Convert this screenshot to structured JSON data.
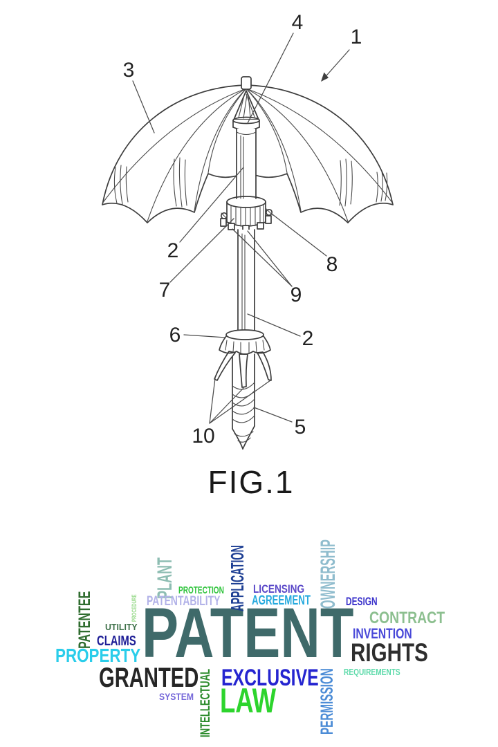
{
  "figure": {
    "caption": "FIG.1",
    "labels": {
      "l1": "1",
      "l2a": "2",
      "l2b": "2",
      "l3": "3",
      "l4": "4",
      "l5": "5",
      "l6": "6",
      "l7": "7",
      "l8": "8",
      "l9": "9",
      "l10": "10"
    }
  },
  "word_cloud": {
    "words": [
      {
        "text": "PATENT",
        "color": "#3f6a6a"
      },
      {
        "text": "PROPERTY",
        "color": "#2acdea"
      },
      {
        "text": "GRANTED",
        "color": "#262626"
      },
      {
        "text": "RIGHTS",
        "color": "#2e2e2e"
      },
      {
        "text": "EXCLUSIVE",
        "color": "#2525d0"
      },
      {
        "text": "LAW",
        "color": "#2dd42d"
      },
      {
        "text": "PLANT",
        "color": "#8dbdb2"
      },
      {
        "text": "APPLICATION",
        "color": "#1d3e93"
      },
      {
        "text": "OWNERSHIP",
        "color": "#8fbccd"
      },
      {
        "text": "PROTECTION",
        "color": "#2ec33b"
      },
      {
        "text": "PATENTABILITY",
        "color": "#b2b2e8"
      },
      {
        "text": "LICENSING",
        "color": "#5a48c8"
      },
      {
        "text": "AGREEMENT",
        "color": "#27aade"
      },
      {
        "text": "DESIGN",
        "color": "#3c34cb"
      },
      {
        "text": "CONTRACT",
        "color": "#8cbf8f"
      },
      {
        "text": "INVENTION",
        "color": "#4848d8"
      },
      {
        "text": "REQUIREMENTS",
        "color": "#5ddaaa"
      },
      {
        "text": "PATENTEE",
        "color": "#2f6c2f"
      },
      {
        "text": "PROCEDURE",
        "color": "#96d988"
      },
      {
        "text": "UTILITY",
        "color": "#3e7049"
      },
      {
        "text": "CLAIMS",
        "color": "#1d1d96"
      },
      {
        "text": "SYSTEM",
        "color": "#7567d9"
      },
      {
        "text": "INTELLECTUAL",
        "color": "#2c8b2c"
      },
      {
        "text": "PERMISSION",
        "color": "#4c8cd6"
      }
    ]
  }
}
